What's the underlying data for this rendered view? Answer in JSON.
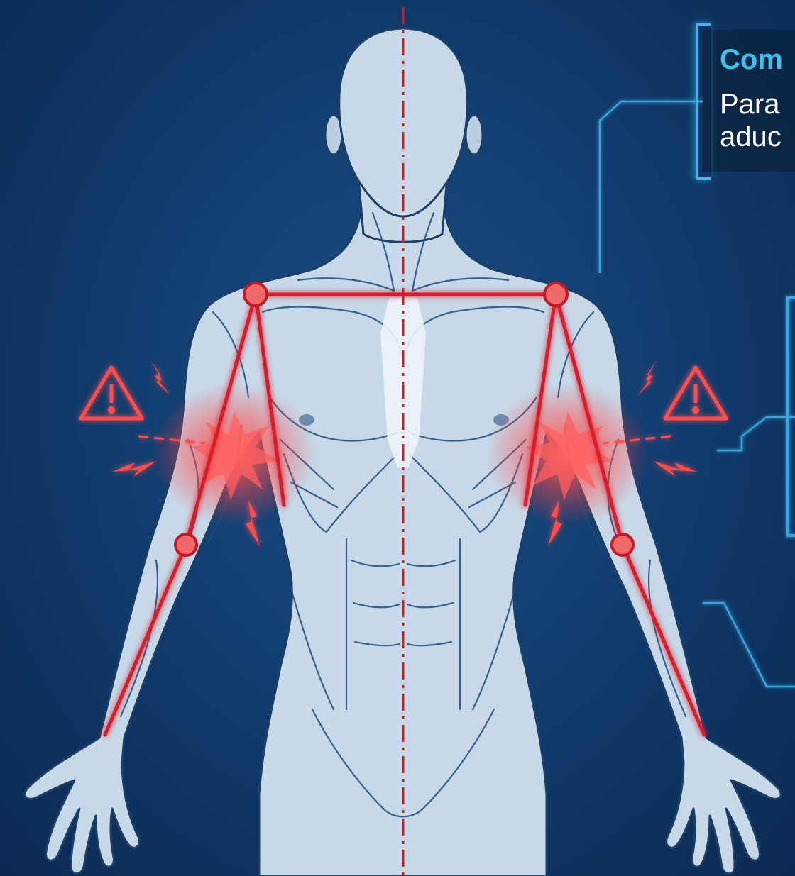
{
  "callout": {
    "title": "Com",
    "line1": "Para",
    "line2": "aduc"
  },
  "colors": {
    "background": "#123d70",
    "body_fill": "#c7d8e8",
    "body_outline": "#1c3f66",
    "joint_line": "#d91e2a",
    "joint_fill": "#f25a5a",
    "pain_glow": "#ff5a5a",
    "warning": "#ff4d4d",
    "accent_cyan": "#3fb8ef"
  },
  "icons": {
    "warning_left": "warning-triangle-icon",
    "warning_right": "warning-triangle-icon",
    "lightning": "lightning-bolt-icon"
  }
}
